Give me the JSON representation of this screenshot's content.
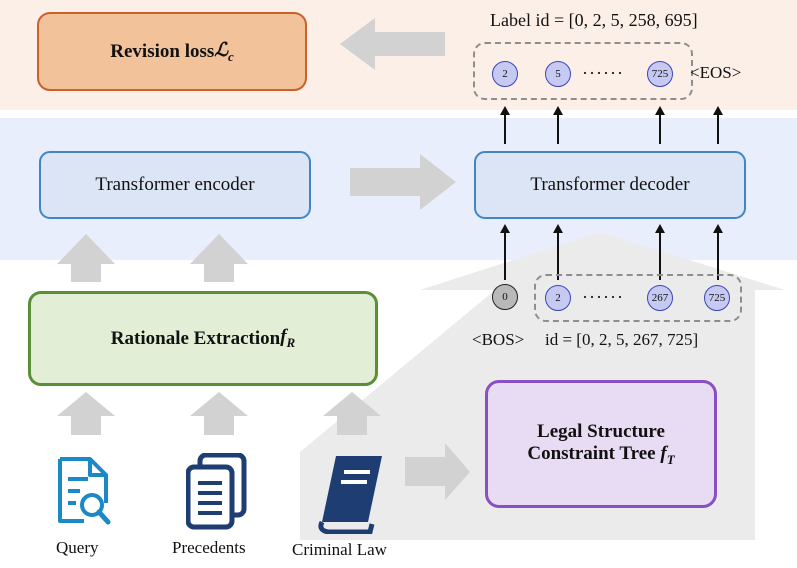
{
  "loss": {
    "text": "Revision loss ",
    "symbol": "ℒ",
    "sub": "c"
  },
  "label_id": "Label id = [0, 2, 5, 258, 695]",
  "out_tokens": [
    "2",
    "5",
    "725"
  ],
  "eos": "<EOS>",
  "encoder": "Transformer encoder",
  "decoder": "Transformer decoder",
  "in_tokens": {
    "start": "0",
    "seq": [
      "2",
      "267",
      "725"
    ]
  },
  "bos": "<BOS>",
  "in_id": "id = [0, 2, 5, 267, 725]",
  "rationale": {
    "text": "Rationale Extraction ",
    "symbol": "f",
    "sub": "R"
  },
  "lsct": {
    "line1": "Legal Structure",
    "line2": "Constraint Tree ",
    "symbol": "f",
    "sub": "T"
  },
  "sources": [
    "Query",
    "Precedents",
    "Criminal Law"
  ],
  "dots": "······",
  "icons": [
    "query-document-search-icon",
    "precedents-documents-icon",
    "criminal-law-book-icon"
  ],
  "colors": {
    "top_band": "#fcefe8",
    "mid_band": "#e8eefb",
    "bottom_band": "#ebebeb",
    "loss_fill": "#f2c29b",
    "loss_border": "#c8622b",
    "tf_fill": "#dbe5f5",
    "tf_border": "#3f86c9",
    "rat_fill": "#e2efd6",
    "rat_border": "#5a9035",
    "lsct_fill": "#e8dcf4",
    "lsct_border": "#8a4fc2",
    "icon_blue": "#1a89c7",
    "icon_navy": "#1e3d72"
  }
}
